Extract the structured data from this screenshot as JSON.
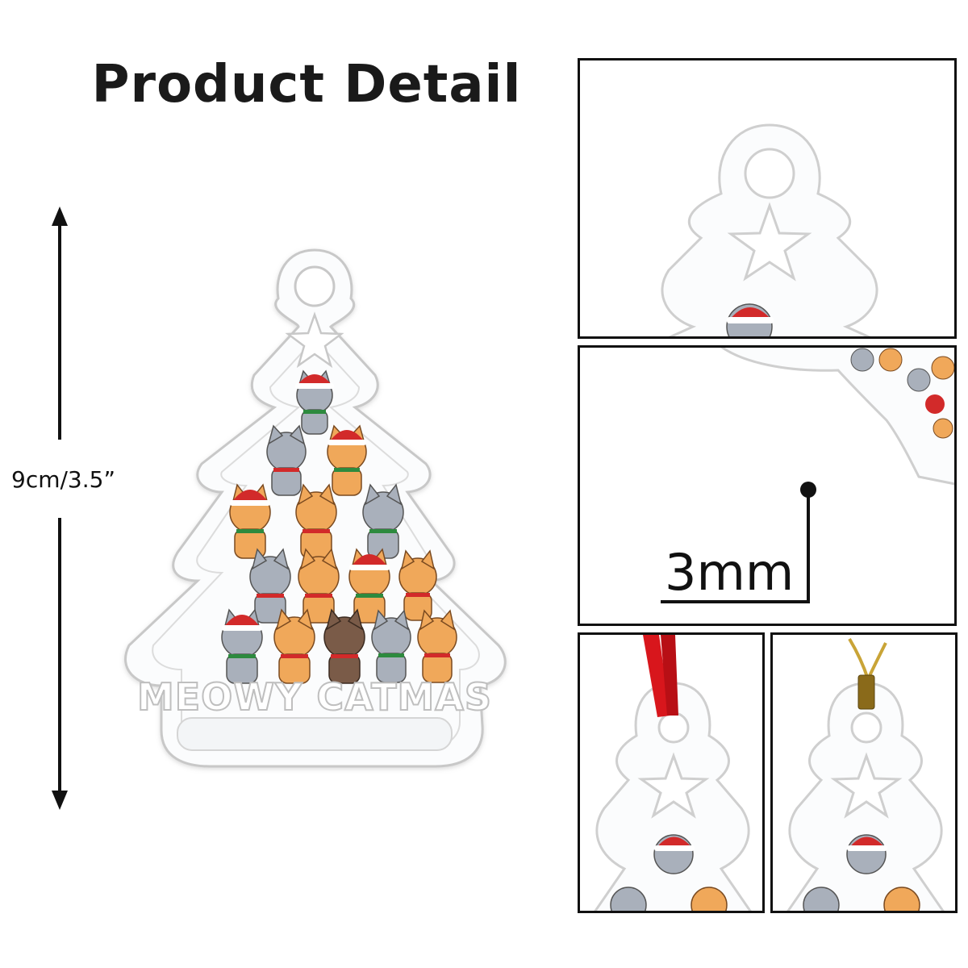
{
  "page": {
    "title": "Product Detail",
    "size_label": "9cm/3.5”",
    "thickness_label": "3mm"
  },
  "ornament": {
    "text": "MEOWY CATMAS"
  },
  "colors": {
    "outline": "#c8c8c8",
    "ribbon_red": "#d8161c",
    "string_gold": "#c9a437",
    "cat_orange": "#f0a85a",
    "cat_gray": "#a9b0bb",
    "cat_brown": "#7a5b48",
    "hat_red": "#d22a2a"
  }
}
